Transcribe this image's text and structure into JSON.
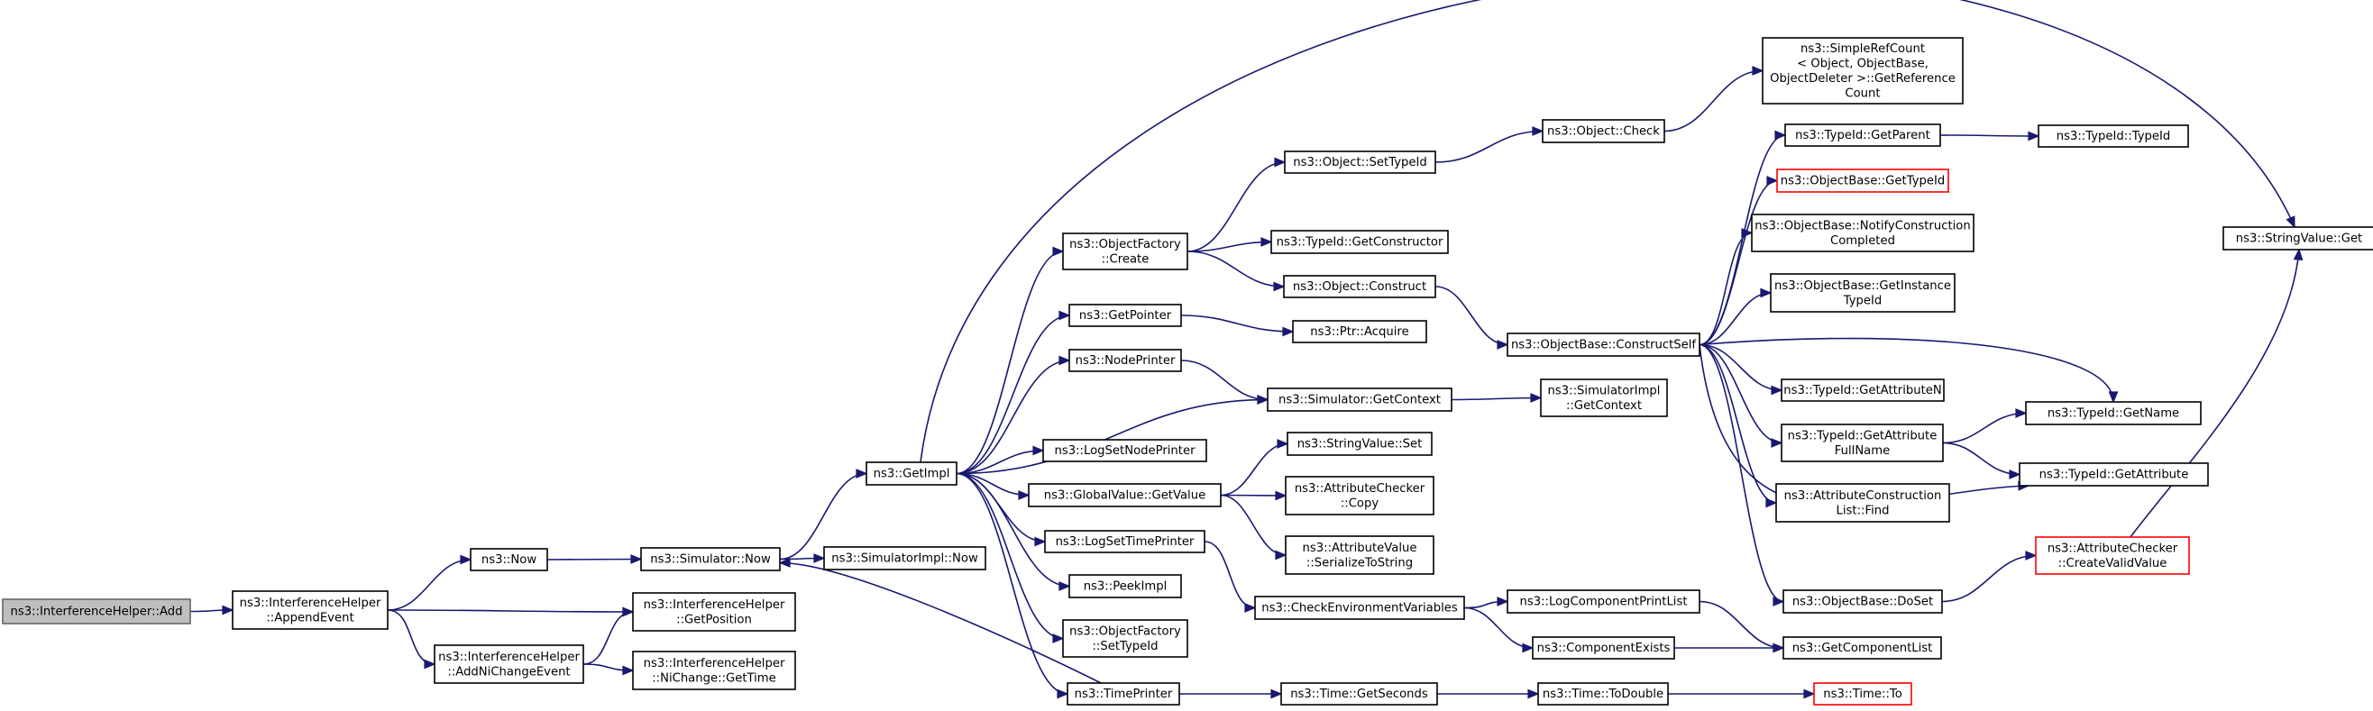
{
  "colors": {
    "edge": "#191970",
    "root_fill": "#bfbfbf",
    "root_border": "#666666",
    "red_border": "#ff0000"
  },
  "nodes": {
    "root": [
      "ns3::InterferenceHelper::Add"
    ],
    "append_event": [
      "ns3::InterferenceHelper",
      "::AppendEvent"
    ],
    "now": [
      "ns3::Now"
    ],
    "add_ni_change_event": [
      "ns3::InterferenceHelper",
      "::AddNiChangeEvent"
    ],
    "simulator_now": [
      "ns3::Simulator::Now"
    ],
    "get_position": [
      "ns3::InterferenceHelper",
      "::GetPosition"
    ],
    "ni_change_get_time": [
      "ns3::InterferenceHelper",
      "::NiChange::GetTime"
    ],
    "get_impl": [
      "ns3::GetImpl"
    ],
    "simulator_impl_now": [
      "ns3::SimulatorImpl::Now"
    ],
    "time_printer": [
      "ns3::TimePrinter"
    ],
    "object_factory_create": [
      "ns3::ObjectFactory",
      "::Create"
    ],
    "get_pointer": [
      "ns3::GetPointer"
    ],
    "node_printer": [
      "ns3::NodePrinter"
    ],
    "log_set_node_printer": [
      "ns3::LogSetNodePrinter"
    ],
    "global_value_get_value": [
      "ns3::GlobalValue::GetValue"
    ],
    "log_set_time_printer": [
      "ns3::LogSetTimePrinter"
    ],
    "peek_impl": [
      "ns3::PeekImpl"
    ],
    "object_factory_set_type_id": [
      "ns3::ObjectFactory",
      "::SetTypeId"
    ],
    "object_set_type_id": [
      "ns3::Object::SetTypeId"
    ],
    "type_id_get_constructor": [
      "ns3::TypeId::GetConstructor"
    ],
    "object_construct": [
      "ns3::Object::Construct"
    ],
    "ptr_acquire": [
      "ns3::Ptr::Acquire"
    ],
    "simulator_get_context": [
      "ns3::Simulator::GetContext"
    ],
    "string_value_set": [
      "ns3::StringValue::Set"
    ],
    "attribute_checker_copy": [
      "ns3::AttributeChecker",
      "::Copy"
    ],
    "attribute_value_serialize": [
      "ns3::AttributeValue",
      "::SerializeToString"
    ],
    "check_environment_variables": [
      "ns3::CheckEnvironmentVariables"
    ],
    "time_get_seconds": [
      "ns3::Time::GetSeconds"
    ],
    "object_check": [
      "ns3::Object::Check"
    ],
    "object_base_construct_self": [
      "ns3::ObjectBase::ConstructSelf"
    ],
    "simulator_impl_get_context": [
      "ns3::SimulatorImpl",
      "::GetContext"
    ],
    "log_component_print_list": [
      "ns3::LogComponentPrintList"
    ],
    "component_exists": [
      "ns3::ComponentExists"
    ],
    "time_to_double": [
      "ns3::Time::ToDouble"
    ],
    "simple_ref_count_get_reference_count": [
      "ns3::SimpleRefCount",
      "< Object, ObjectBase,",
      "ObjectDeleter >::GetReference",
      "Count"
    ],
    "type_id_get_parent": [
      "ns3::TypeId::GetParent"
    ],
    "object_base_get_type_id": [
      "ns3::ObjectBase::GetTypeId"
    ],
    "object_base_notify_construction_completed": [
      "ns3::ObjectBase::NotifyConstruction",
      "Completed"
    ],
    "object_base_get_instance_type_id": [
      "ns3::ObjectBase::GetInstance",
      "TypeId"
    ],
    "type_id_get_attribute_n": [
      "ns3::TypeId::GetAttributeN"
    ],
    "type_id_get_attribute_full_name": [
      "ns3::TypeId::GetAttribute",
      "FullName"
    ],
    "attribute_construction_list_find": [
      "ns3::AttributeConstruction",
      "List::Find"
    ],
    "object_base_do_set": [
      "ns3::ObjectBase::DoSet"
    ],
    "get_component_list": [
      "ns3::GetComponentList"
    ],
    "time_to": [
      "ns3::Time::To"
    ],
    "type_id_type_id": [
      "ns3::TypeId::TypeId"
    ],
    "type_id_get_name": [
      "ns3::TypeId::GetName"
    ],
    "type_id_get_attribute": [
      "ns3::TypeId::GetAttribute"
    ],
    "attribute_checker_create_valid_value": [
      "ns3::AttributeChecker",
      "::CreateValidValue"
    ],
    "string_value_get": [
      "ns3::StringValue::Get"
    ]
  }
}
